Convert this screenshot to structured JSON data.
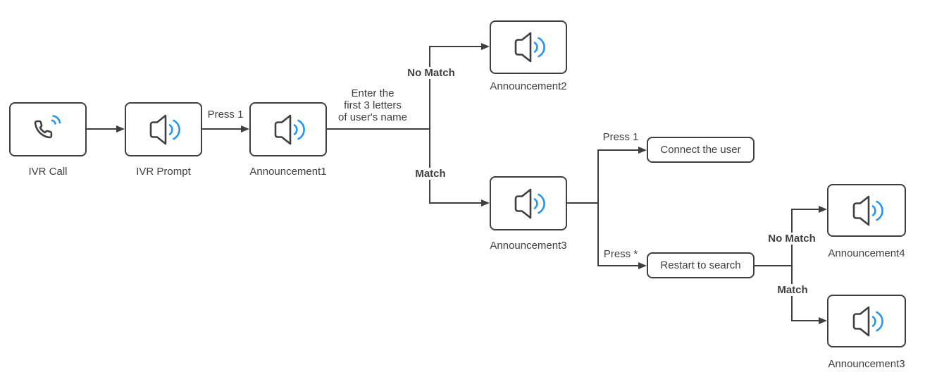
{
  "nodes": {
    "ivr_call": "IVR Call",
    "ivr_prompt": "IVR Prompt",
    "announcement1": "Announcement1",
    "announcement2": "Announcement2",
    "announcement3": "Announcement3",
    "connect_user": "Connect the user",
    "restart_search": "Restart to search",
    "announcement4": "Announcement4",
    "announcement3_repeat": "Announcement3"
  },
  "edge_labels": {
    "press_1_prompt": "Press 1",
    "enter_letters": "Enter the\nfirst 3 letters\nof user's name",
    "no_match_1": "No Match",
    "match_1": "Match",
    "press_1_connect": "Press 1",
    "press_star": "Press *",
    "no_match_2": "No Match",
    "match_2": "Match"
  },
  "colors": {
    "line": "#3f3f3f",
    "text": "#3f3f3f",
    "accent_blue": "#2196f3",
    "node_background": "#ffffff"
  }
}
